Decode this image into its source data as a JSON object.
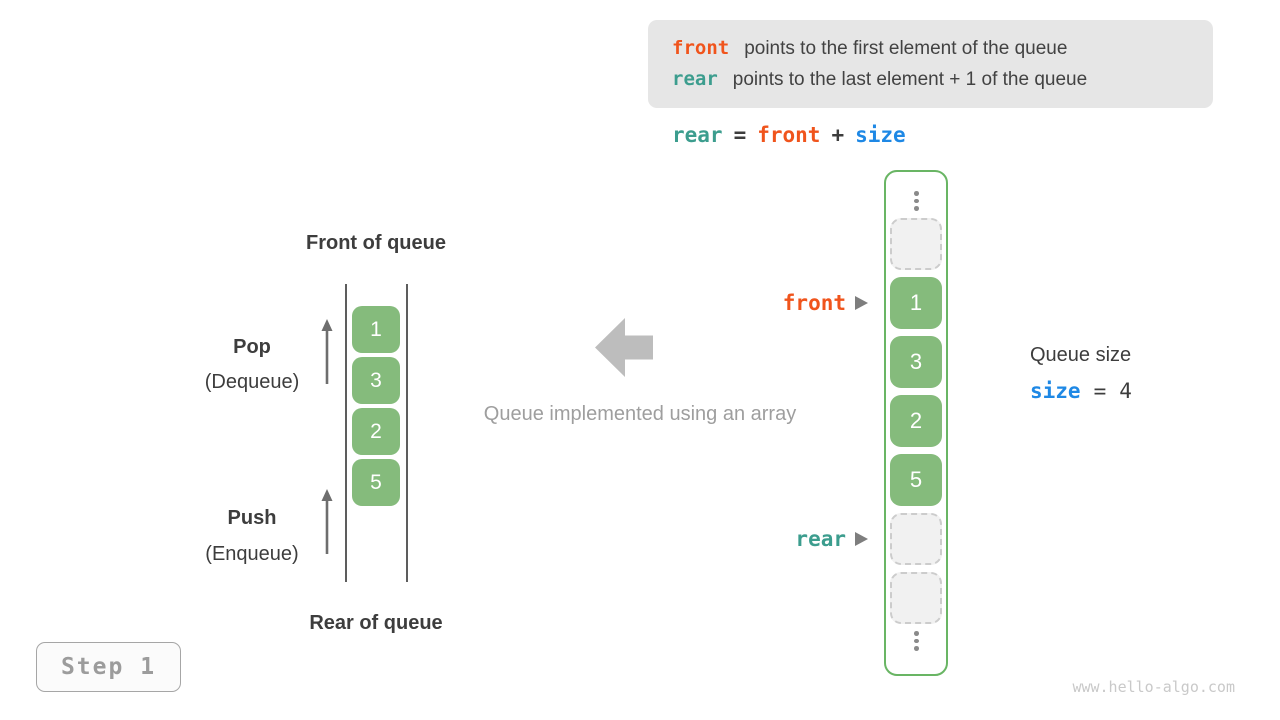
{
  "colors": {
    "front_orange": "#F0541C",
    "rear_teal": "#3C9D8E",
    "size_blue": "#1E88E5",
    "text_dark": "#3D3D3D",
    "text_gray": "#9E9E9E",
    "green_fill": "#85BB7C",
    "green_border": "#69B564",
    "arrow_gray": "#BDBDBD",
    "legend_bg": "#E6E6E6",
    "empty_cell_bg": "#F1F1F1",
    "empty_cell_border": "#CCCCCC",
    "watermark_gray": "#C9C9C9"
  },
  "legend": {
    "lines": [
      {
        "code": "front",
        "text": "points to the first element of the queue"
      },
      {
        "code": "rear",
        "text": "points to the last element + 1 of the queue"
      }
    ]
  },
  "formula": {
    "rear": "rear",
    "eq": "=",
    "front": "front",
    "plus": "+",
    "size": "size"
  },
  "left_diagram": {
    "front_label": "Front of queue",
    "rear_label": "Rear of queue",
    "pop_label": "Pop",
    "pop_sub": "(Dequeue)",
    "push_label": "Push",
    "push_sub": "(Enqueue)",
    "values": [
      "1",
      "3",
      "2",
      "5"
    ]
  },
  "middle": {
    "caption": "Queue implemented using an array"
  },
  "array_diagram": {
    "values": [
      "1",
      "3",
      "2",
      "5"
    ],
    "front_pointer": "front",
    "rear_pointer": "rear"
  },
  "queue_size": {
    "title": "Queue size",
    "var": "size",
    "eq": "=",
    "value": "4"
  },
  "step_badge": {
    "label": "Step 1"
  },
  "watermark": "www.hello-algo.com"
}
